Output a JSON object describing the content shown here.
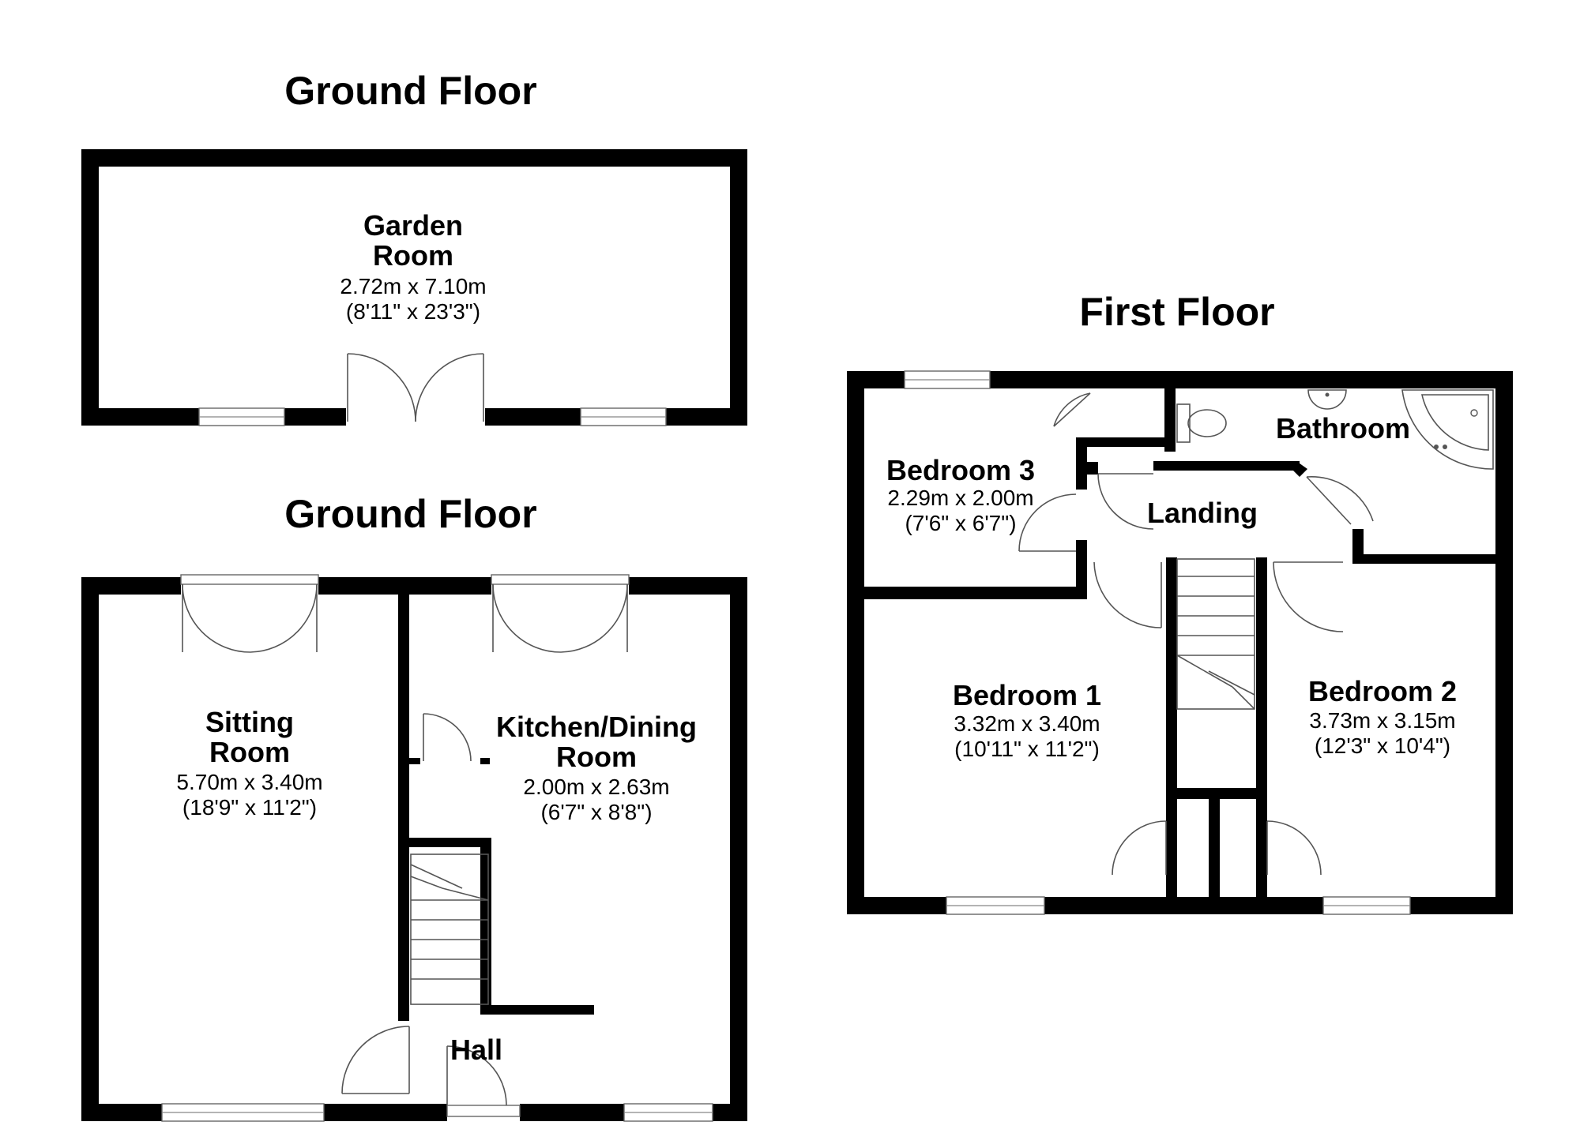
{
  "headings": {
    "ground_floor_outbuilding": "Ground Floor",
    "ground_floor_house": "Ground Floor",
    "first_floor": "First Floor"
  },
  "rooms": {
    "garden_room": {
      "name_line1": "Garden",
      "name_line2": "Room",
      "metric": "2.72m x 7.10m",
      "imperial": "(8'11\" x 23'3\")"
    },
    "sitting_room": {
      "name_line1": "Sitting",
      "name_line2": "Room",
      "metric": "5.70m x 3.40m",
      "imperial": "(18'9\" x 11'2\")"
    },
    "kitchen_dining": {
      "name_line1": "Kitchen/Dining",
      "name_line2": "Room",
      "metric": "2.00m x 2.63m",
      "imperial": "(6'7\" x 8'8\")"
    },
    "hall": {
      "name": "Hall"
    },
    "bedroom_3": {
      "name": "Bedroom 3",
      "metric": "2.29m x 2.00m",
      "imperial": "(7'6\" x 6'7\")"
    },
    "bathroom": {
      "name": "Bathroom"
    },
    "landing": {
      "name": "Landing"
    },
    "bedroom_1": {
      "name": "Bedroom 1",
      "metric": "3.32m x 3.40m",
      "imperial": "(10'11\" x 11'2\")"
    },
    "bedroom_2": {
      "name": "Bedroom 2",
      "metric": "3.73m x 3.15m",
      "imperial": "(12'3\" x 10'4\")"
    }
  }
}
